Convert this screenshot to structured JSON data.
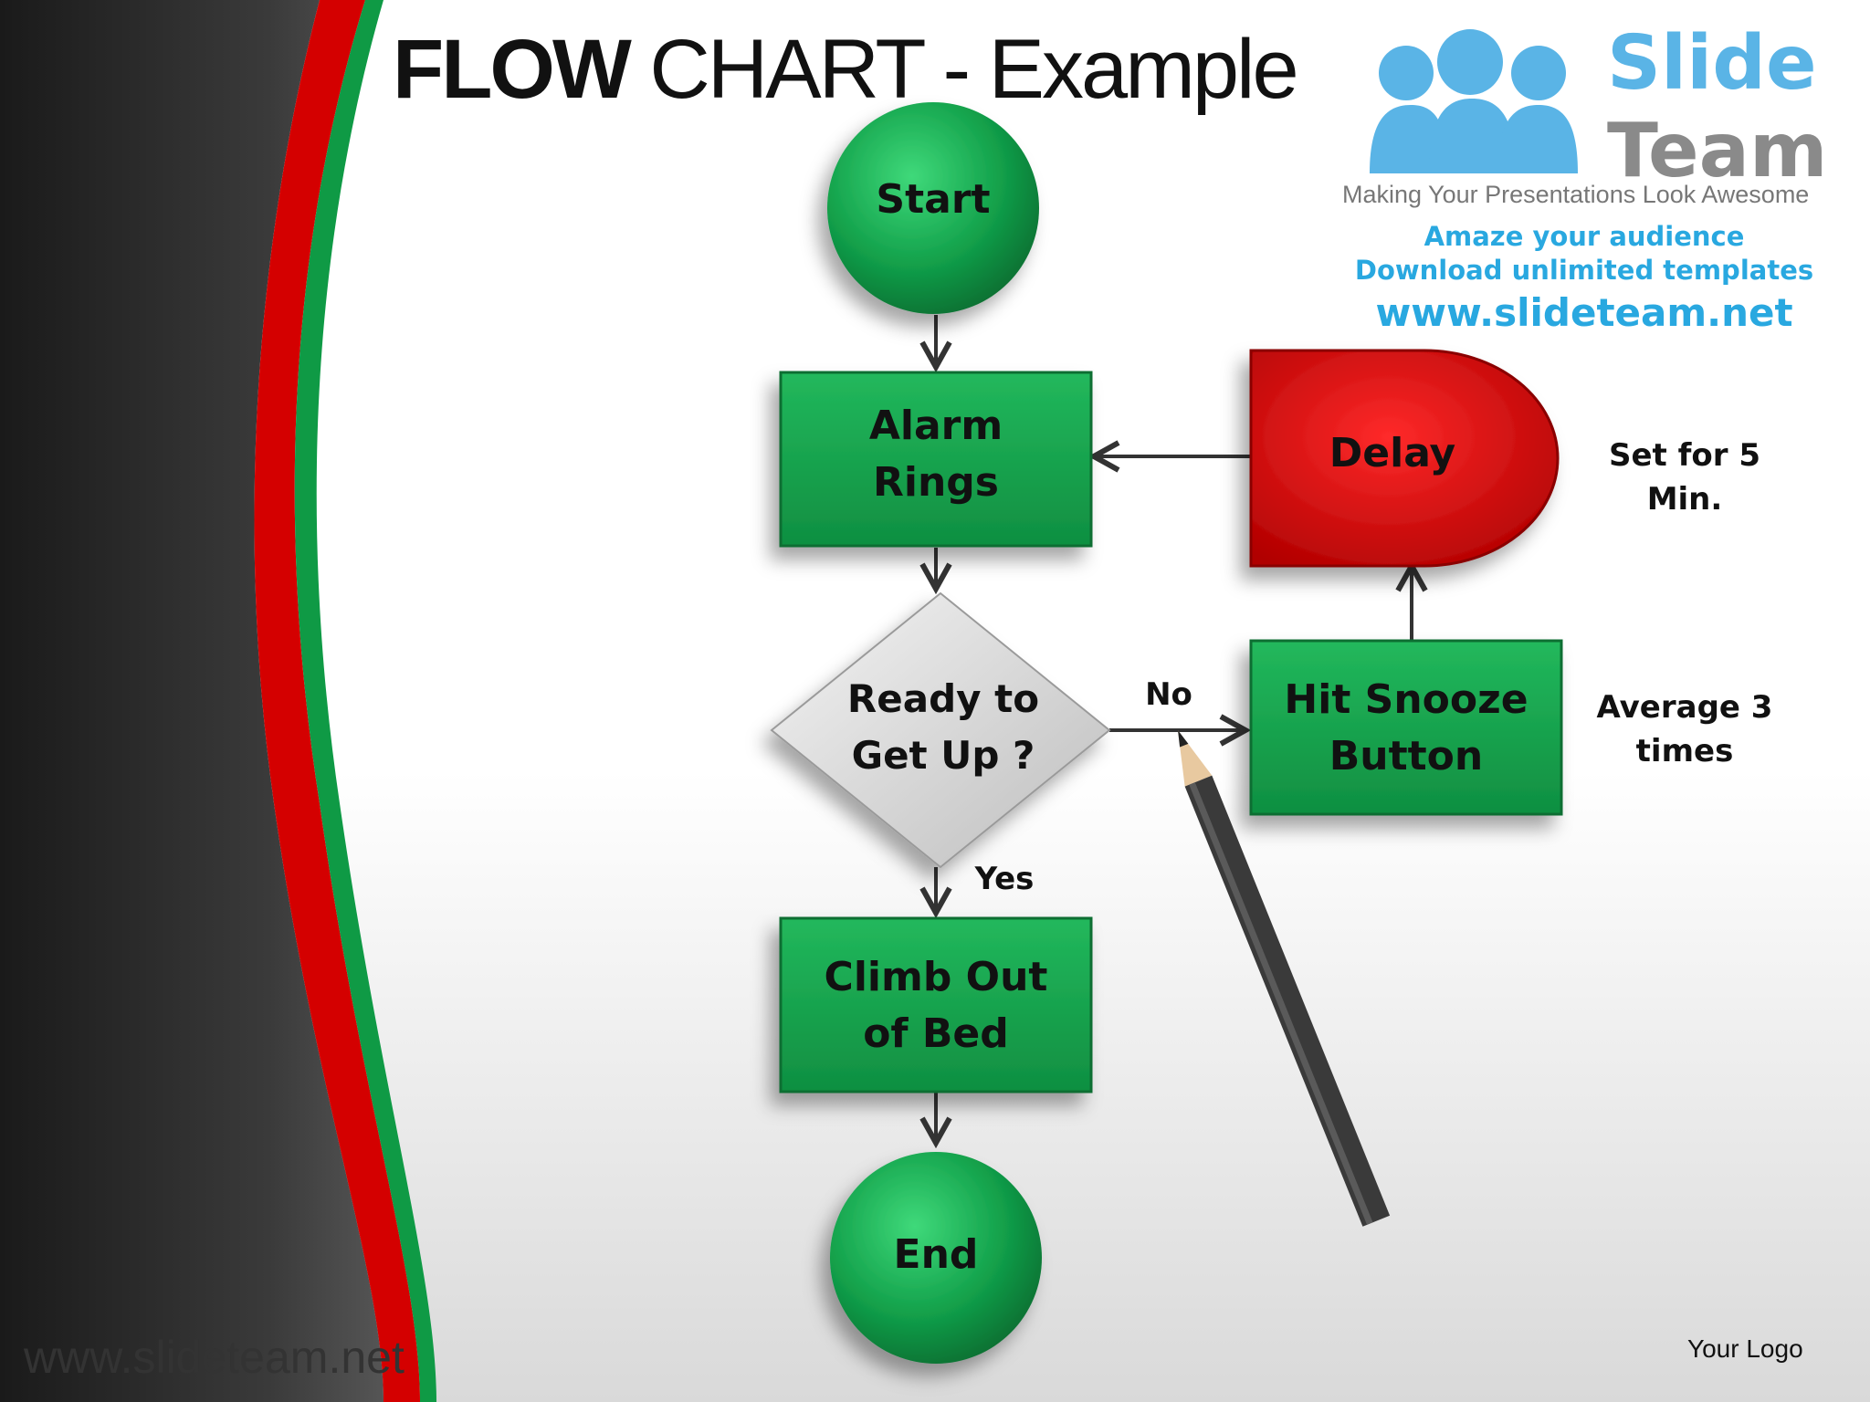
{
  "slide": {
    "title_bold": "FLOW",
    "title_rest": "CHART - Example",
    "footer_url": "www.slideteam.net",
    "logo_placeholder": "Your Logo"
  },
  "brand": {
    "name_line1": "Slide",
    "name_line2": "Team",
    "tagline": "Making Your Presentations Look Awesome",
    "promo_line1": "Amaze your audience",
    "promo_line2": "Download unlimited templates",
    "url": "www.slideteam.net"
  },
  "flowchart": {
    "nodes": {
      "start": "Start",
      "alarm_line1": "Alarm",
      "alarm_line2": "Rings",
      "decision_line1": "Ready to",
      "decision_line2": "Get Up ?",
      "climb_line1": "Climb Out",
      "climb_line2": "of Bed",
      "end": "End",
      "snooze_line1": "Hit Snooze",
      "snooze_line2": "Button",
      "delay": "Delay"
    },
    "edge_labels": {
      "no": "No",
      "yes": "Yes"
    },
    "notes": {
      "delay_note": "Set for 5 Min.",
      "snooze_note_line1": "Average 3",
      "snooze_note_line2": "times"
    }
  },
  "colors": {
    "green": "#12a04a",
    "red": "#e60000",
    "gray_diamond": "#d8d8d8",
    "brand_blue": "#29a8e0"
  }
}
